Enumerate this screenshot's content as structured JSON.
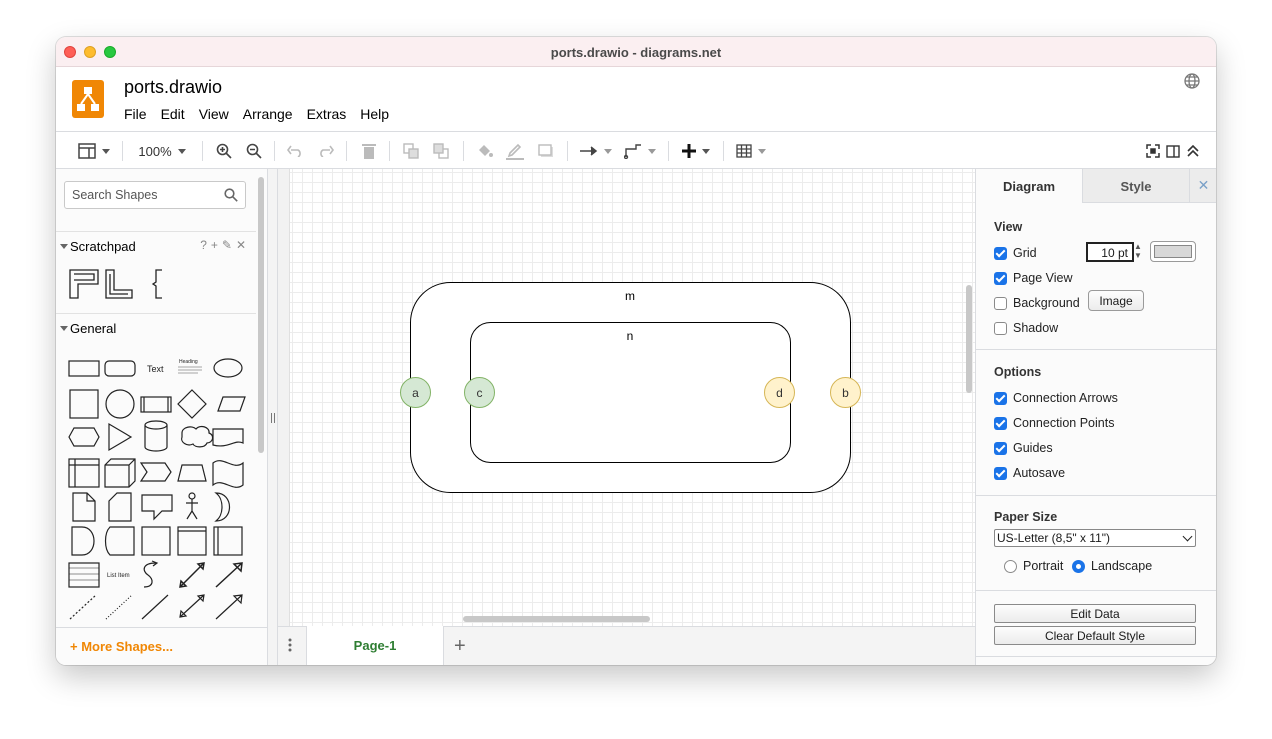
{
  "window": {
    "title": "ports.drawio - diagrams.net"
  },
  "header": {
    "file_name": "ports.drawio",
    "menu": [
      "File",
      "Edit",
      "View",
      "Arrange",
      "Extras",
      "Help"
    ]
  },
  "toolbar": {
    "zoom": "100%",
    "icons": [
      "format-panel-icon",
      "zoom-in-icon",
      "zoom-out-icon",
      "undo-icon",
      "redo-icon",
      "delete-icon",
      "to-front-icon",
      "to-back-icon",
      "fill-color-icon",
      "line-color-icon",
      "shadow-icon",
      "connection-icon",
      "waypoints-icon",
      "insert-icon",
      "table-icon",
      "fullscreen-icon",
      "toggle-panel-icon",
      "collapse-icon"
    ]
  },
  "sidebar": {
    "search_placeholder": "Search Shapes",
    "sections": {
      "scratchpad": "Scratchpad",
      "general": "General"
    },
    "scratchpad_actions": "?+✎✕",
    "general_labels": {
      "text": "Text",
      "heading": "Heading",
      "list_item": "List Item"
    },
    "more_shapes": "+ More Shapes..."
  },
  "diagram": {
    "outer_label": "m",
    "inner_label": "n",
    "ports": [
      {
        "label": "a",
        "color": "#d5e8d4",
        "stroke": "#82b366"
      },
      {
        "label": "c",
        "color": "#d5e8d4",
        "stroke": "#82b366"
      },
      {
        "label": "d",
        "color": "#fff2cc",
        "stroke": "#d6b656"
      },
      {
        "label": "b",
        "color": "#fff2cc",
        "stroke": "#d6b656"
      }
    ]
  },
  "pages": {
    "tabs": [
      "Page-1"
    ],
    "add_label": "+"
  },
  "format_panel": {
    "tabs": {
      "diagram": "Diagram",
      "style": "Style",
      "close": "✕"
    },
    "view": {
      "heading": "View",
      "grid": {
        "label": "Grid",
        "checked": true,
        "size": "10 pt"
      },
      "page_view": {
        "label": "Page View",
        "checked": true
      },
      "background": {
        "label": "Background",
        "checked": false,
        "button": "Image"
      },
      "shadow": {
        "label": "Shadow",
        "checked": false
      }
    },
    "options": {
      "heading": "Options",
      "items": [
        {
          "label": "Connection Arrows",
          "checked": true
        },
        {
          "label": "Connection Points",
          "checked": true
        },
        {
          "label": "Guides",
          "checked": true
        },
        {
          "label": "Autosave",
          "checked": true
        }
      ]
    },
    "paper": {
      "heading": "Paper Size",
      "size": "US-Letter (8,5\" x 11\")",
      "orientation_portrait": "Portrait",
      "orientation_landscape": "Landscape",
      "selected": "Landscape"
    },
    "buttons": {
      "edit_data": "Edit Data",
      "clear_style": "Clear Default Style"
    }
  },
  "colors": {
    "accent": "#f08705",
    "checkbox": "#1a73e8",
    "page_tab": "#2e7d32"
  }
}
